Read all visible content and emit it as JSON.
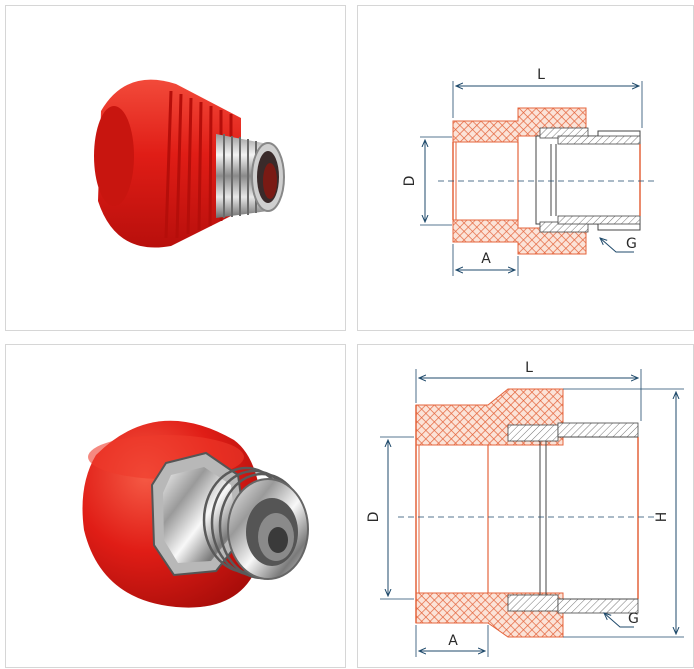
{
  "panels": [
    {
      "id": "photo-1",
      "kind": "product-photo",
      "subject": "red PPR adapter with short chrome male thread"
    },
    {
      "id": "drawing-1",
      "kind": "technical-drawing",
      "labels": {
        "length": "L",
        "diameter": "D",
        "socket_depth": "A",
        "thread": "G"
      }
    },
    {
      "id": "photo-2",
      "kind": "product-photo",
      "subject": "red PPR adapter with hex chrome male thread"
    },
    {
      "id": "drawing-2",
      "kind": "technical-drawing",
      "labels": {
        "length": "L",
        "diameter": "D",
        "socket_depth": "A",
        "thread": "G",
        "outer_height": "H"
      }
    }
  ],
  "colors": {
    "plastic": "#e8251f",
    "hatch": "#e4643c",
    "dimension_line": "#1f4a6b",
    "outline": "#333333",
    "panel_border": "#d6d6d6"
  }
}
